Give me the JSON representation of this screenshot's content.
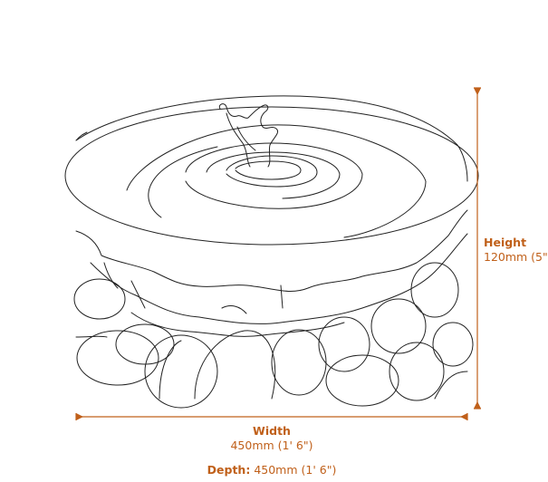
{
  "colors": {
    "accent": "#c0601a",
    "line_art": "#222222",
    "background": "#ffffff"
  },
  "dimensions": {
    "height": {
      "label": "Height",
      "value": "120mm (5\""
    },
    "width": {
      "label": "Width",
      "value": "450mm (1' 6\")"
    },
    "depth": {
      "label": "Depth:",
      "value": " 450mm (1' 6\")"
    }
  },
  "illustration": {
    "subject": "water-feature-bowl-on-pebbles",
    "icons": [
      "dimension-arrow-vertical",
      "dimension-arrow-horizontal"
    ]
  }
}
